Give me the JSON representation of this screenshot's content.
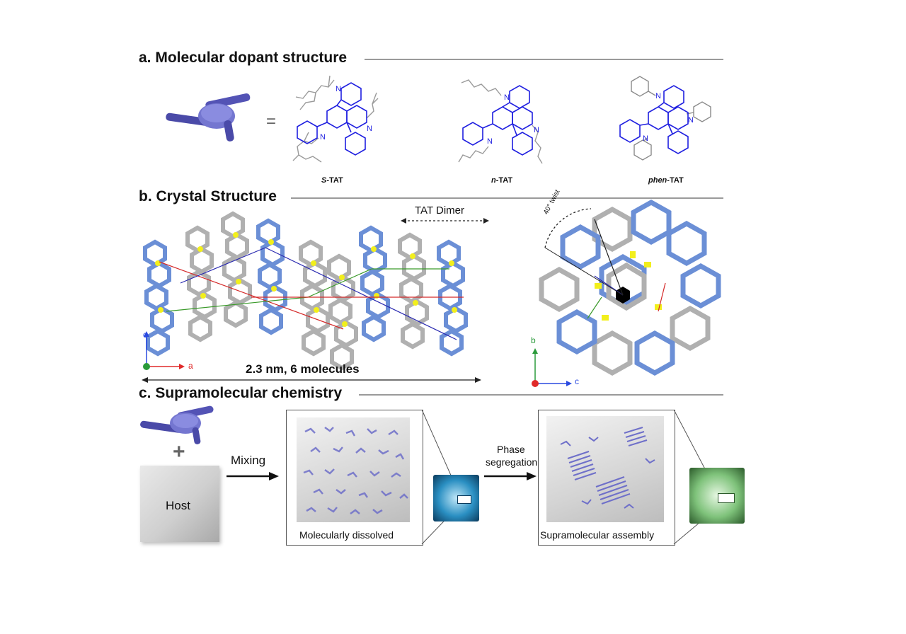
{
  "section_a": {
    "title": "a. Molecular dopant structure",
    "equals": "=",
    "molecules": [
      {
        "prefix": "S",
        "suffix": "-TAT"
      },
      {
        "prefix": "n",
        "suffix": "-TAT"
      },
      {
        "prefix": "phen",
        "suffix": "-TAT"
      }
    ],
    "atom_label": "N"
  },
  "section_b": {
    "title": "b. Crystal Structure",
    "dimer_label": "TAT Dimer",
    "span_label": "2.3 nm, 6 molecules",
    "twist_label": "40° twist",
    "axes_left": {
      "x": "a",
      "y": "c"
    },
    "axes_right": {
      "x": "c",
      "y": "b"
    }
  },
  "section_c": {
    "title": "c. Supramolecular chemistry",
    "plus": "+",
    "host_label": "Host",
    "step1_label": "Mixing",
    "step2_label_line1": "Phase",
    "step2_label_line2": "segregation",
    "state1_label": "Molecularly dissolved",
    "state2_label": "Supramolecular assembly"
  },
  "colors": {
    "blue_core": "#1f1fe0",
    "crystal_blue": "#6b8fd6",
    "crystal_gray": "#b9b9b9",
    "sulfur_yellow": "#f2ef1c",
    "dopant_purple": "#6e6fc9",
    "chip_blue": "#2a8fc2",
    "chip_green": "#7ec27a"
  }
}
